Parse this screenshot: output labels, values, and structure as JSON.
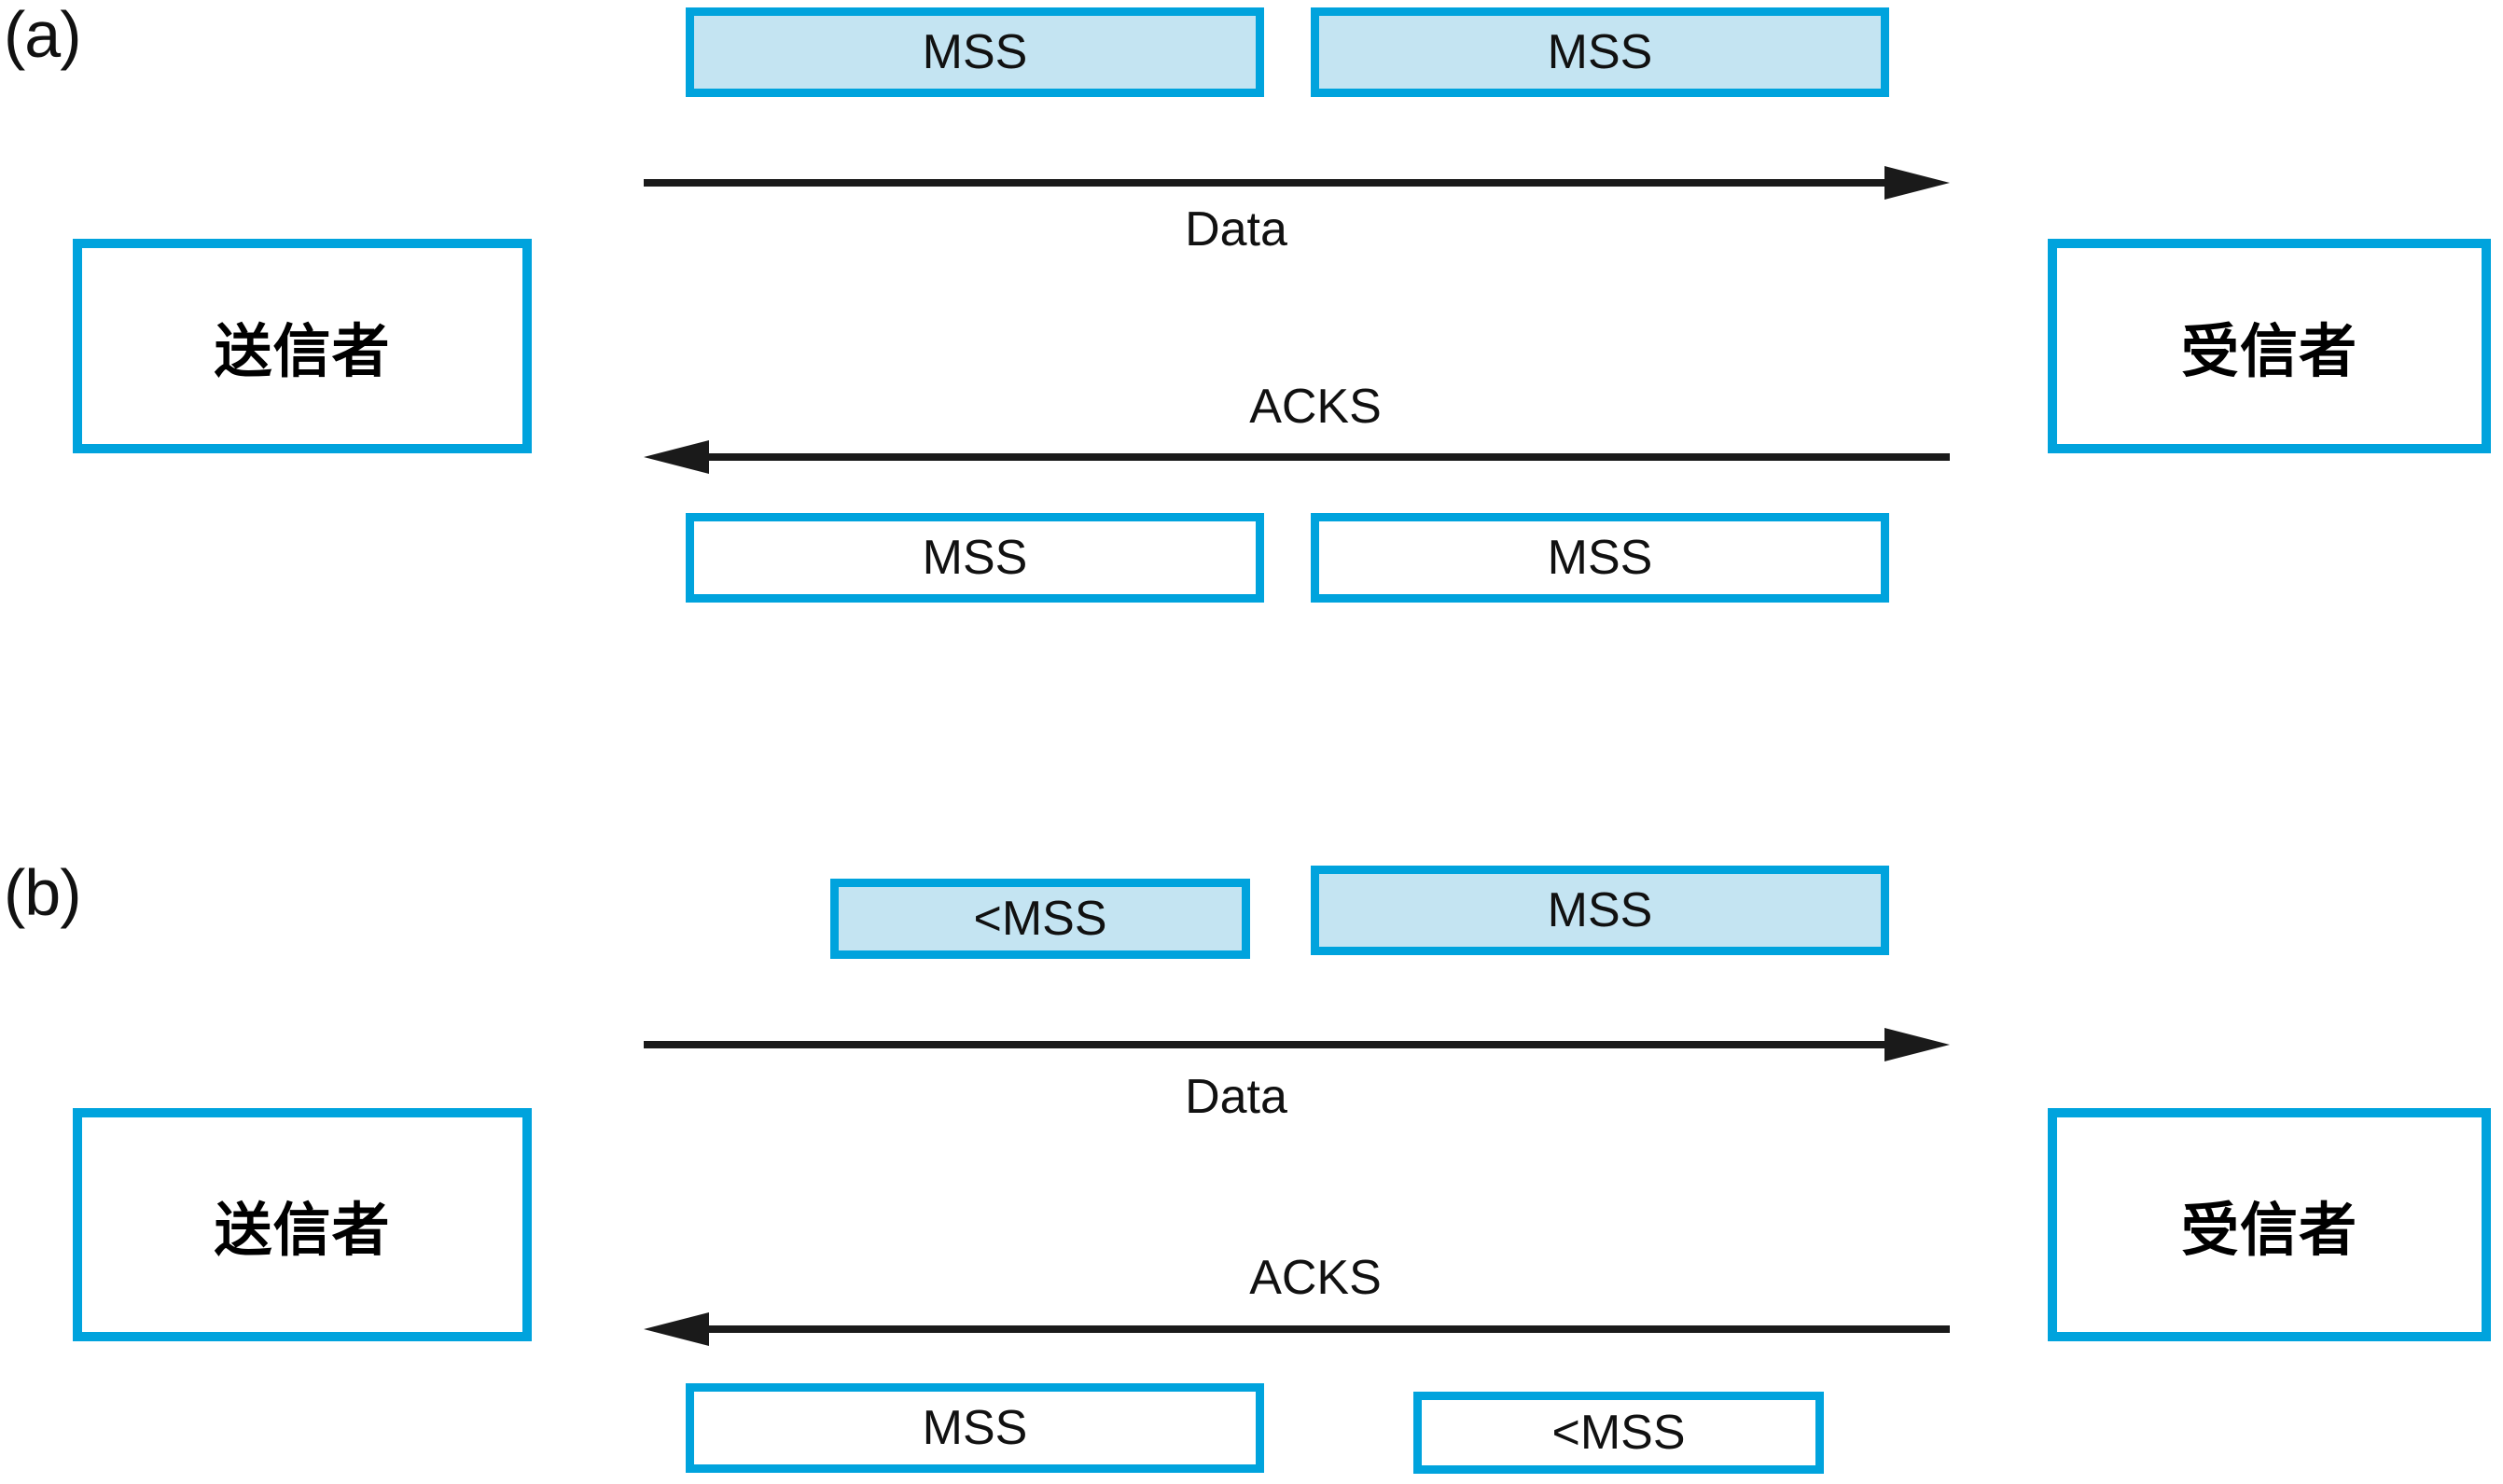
{
  "figure": {
    "type": "diagram",
    "subject": "TCP MSS segmentation and acknowledgement flow",
    "background_color": "#ffffff",
    "accent_color": "#00a3dd",
    "segment_fill_color": "#c4e4f2",
    "text_color": "#111111"
  },
  "panels": [
    {
      "label": "(a)",
      "sender_label": "送信者",
      "receiver_label": "受信者",
      "data_arrow_caption": "Data",
      "ack_arrow_caption": "ACKS",
      "data_segments": [
        {
          "text": "MSS",
          "fill": "filled"
        },
        {
          "text": "MSS",
          "fill": "filled"
        }
      ],
      "ack_segments": [
        {
          "text": "MSS",
          "fill": "empty"
        },
        {
          "text": "MSS",
          "fill": "empty"
        }
      ]
    },
    {
      "label": "(b)",
      "sender_label": "送信者",
      "receiver_label": "受信者",
      "data_arrow_caption": "Data",
      "ack_arrow_caption": "ACKS",
      "data_segments": [
        {
          "text": "<MSS",
          "fill": "filled"
        },
        {
          "text": "MSS",
          "fill": "filled"
        }
      ],
      "ack_segments": [
        {
          "text": "MSS",
          "fill": "empty"
        },
        {
          "text": "<MSS",
          "fill": "empty"
        }
      ]
    }
  ]
}
